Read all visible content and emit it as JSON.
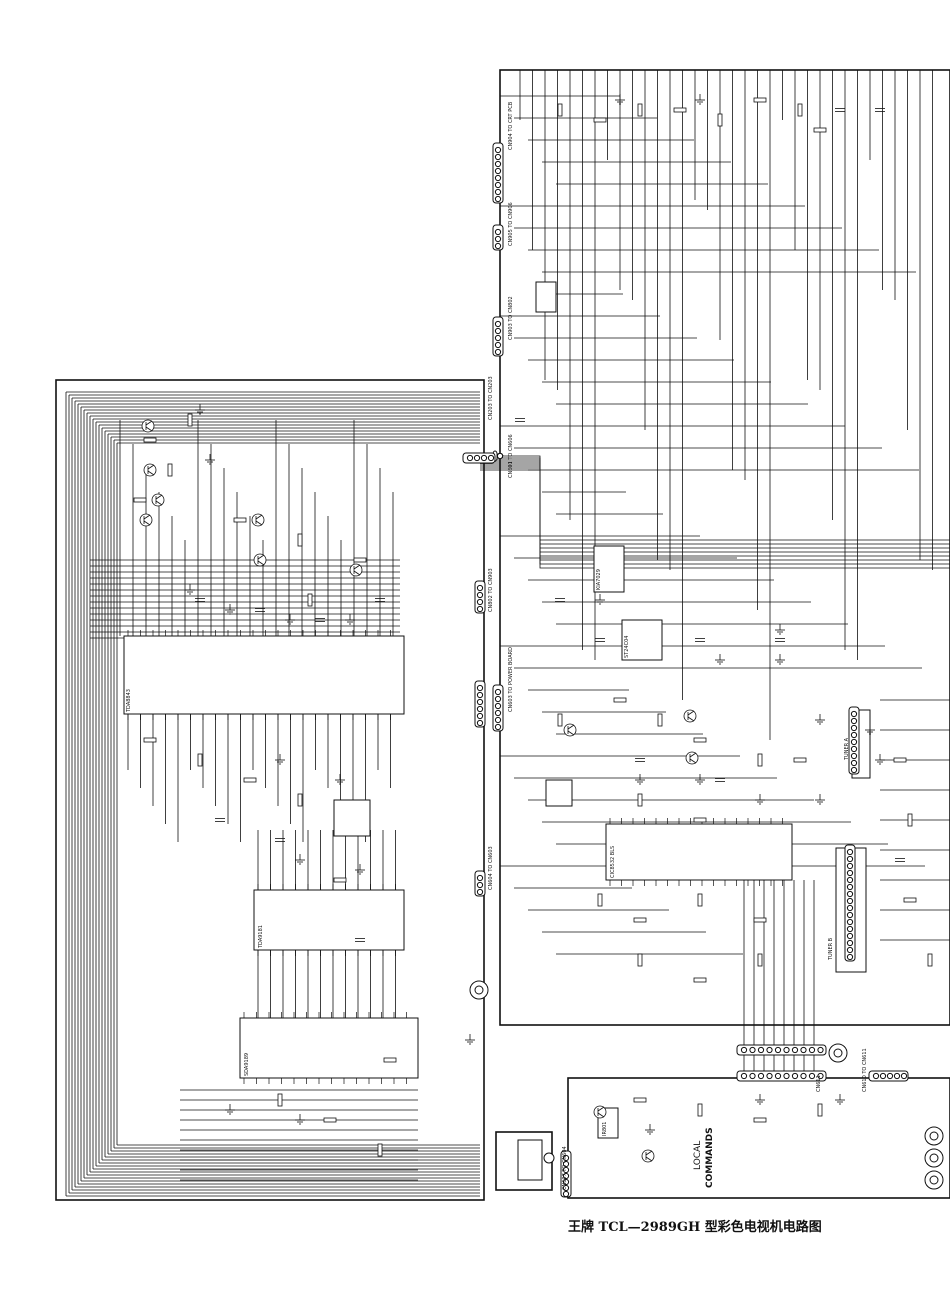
{
  "caption": "王牌 TCL—2989GH 型彩色电视机电路图",
  "connectors": {
    "crt_pcb": "CN904 TO CRT PCB",
    "cn905": "CN905 TO CN906",
    "cn903": "CN903 TO CN802",
    "power_board": "CN603 TO POWER BOARD",
    "cn601": "CN601 TO CN606",
    "cn203": "CN203 TO CN203",
    "cn802": "CN802 TO CN903",
    "cn604": "CN604 TO CN603",
    "cn610": "CN610 TO CN611",
    "cn607": "CN607 TO CN604",
    "cn611": "CN611"
  },
  "chips": {
    "u_left_upper": "TDA8843",
    "u_left_lower1": "TDA9181",
    "u_left_lower2": "SDA9189",
    "u_mcu": "CIC8532 BLS",
    "u_eeprom": "ST24C04",
    "u_reset": "KIA7029",
    "tuner_a": "TUNER A",
    "tuner_b": "TUNER B"
  },
  "panel": {
    "local": "LOCAL",
    "commands": "COMMANDS",
    "ir": "IR801"
  },
  "icons": [
    "rca-jack-icon",
    "ground-icon",
    "transistor-icon"
  ]
}
